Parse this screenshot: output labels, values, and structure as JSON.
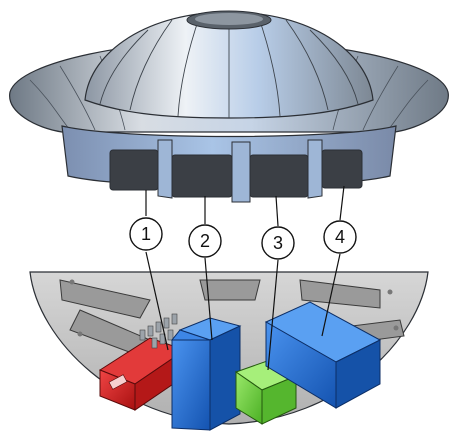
{
  "callouts": [
    {
      "label": "1"
    },
    {
      "label": "2"
    },
    {
      "label": "3"
    },
    {
      "label": "4"
    }
  ],
  "colors": {
    "shell_light": "#e9edf2",
    "shell_mid": "#b9c3cd",
    "shell_dark": "#7f8a96",
    "shell_blue": "#a9c4e6",
    "base_plate": "#c9c9c9",
    "module_red": "#d41d1d",
    "module_blue": "#1f6fd6",
    "module_green": "#6cd23a"
  },
  "icons": [
    "red-electronics-module",
    "blue-box-module",
    "green-box-module",
    "blue-large-box-module"
  ]
}
